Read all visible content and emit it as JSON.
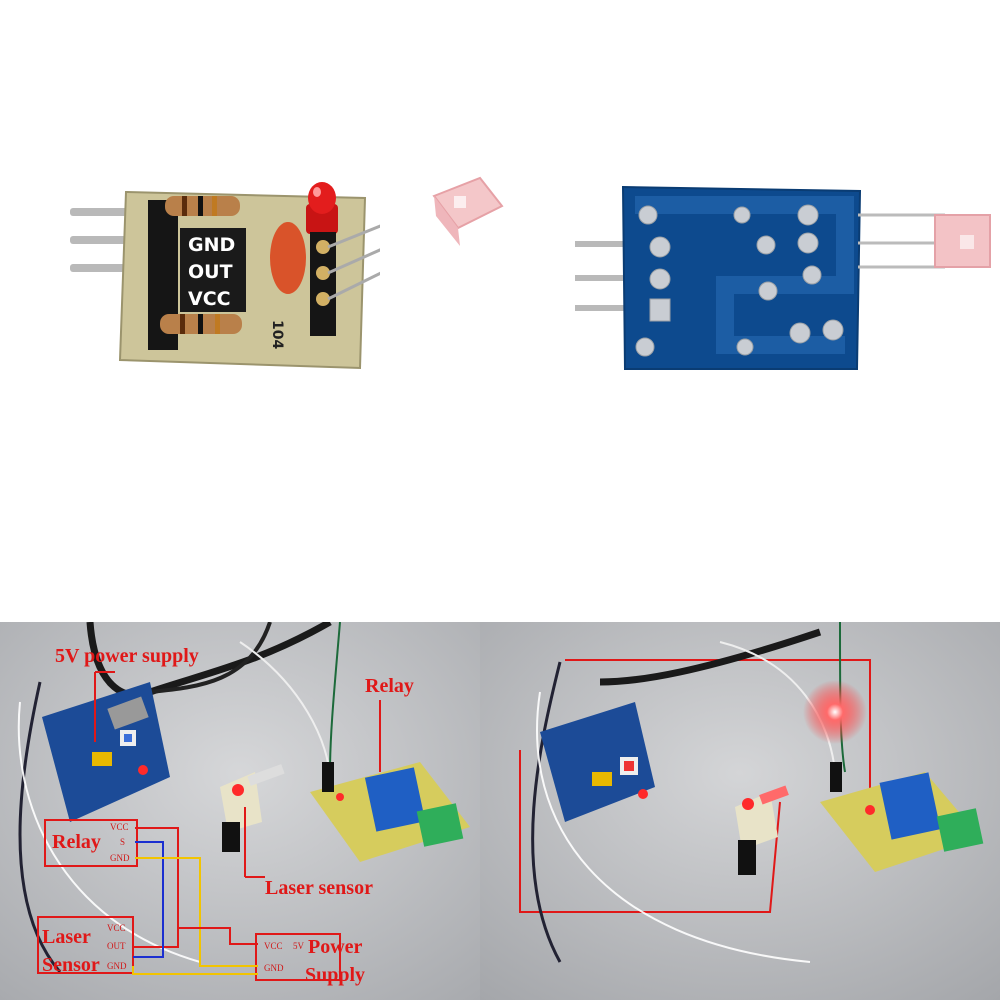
{
  "top_left_module": {
    "pins": [
      "GND",
      "OUT",
      "VCC"
    ],
    "capacitor_code": "104"
  },
  "bottom_left": {
    "labels": {
      "power_supply_5v": "5V power supply",
      "relay": "Relay",
      "laser_sensor": "Laser sensor"
    },
    "schematic": {
      "relay_box": {
        "title": "Relay",
        "pins": [
          "VCC",
          "S",
          "GND"
        ]
      },
      "laser_box": {
        "title_line1": "Laser",
        "title_line2": "Sensor",
        "pins": [
          "VCC",
          "OUT",
          "GND"
        ]
      },
      "power_box": {
        "pins_left": [
          "VCC",
          "GND"
        ],
        "pin_right": "5V",
        "title_line1": "Power",
        "title_line2": "Supply"
      }
    }
  },
  "colors": {
    "annotation_red": "#e01818",
    "wire_blue": "#1b2fd0",
    "wire_yellow": "#f2c400",
    "pcb_blue": "#0d4a8e",
    "pcb_green": "#cfc79a",
    "laser_glow": "#ff2a2a"
  }
}
